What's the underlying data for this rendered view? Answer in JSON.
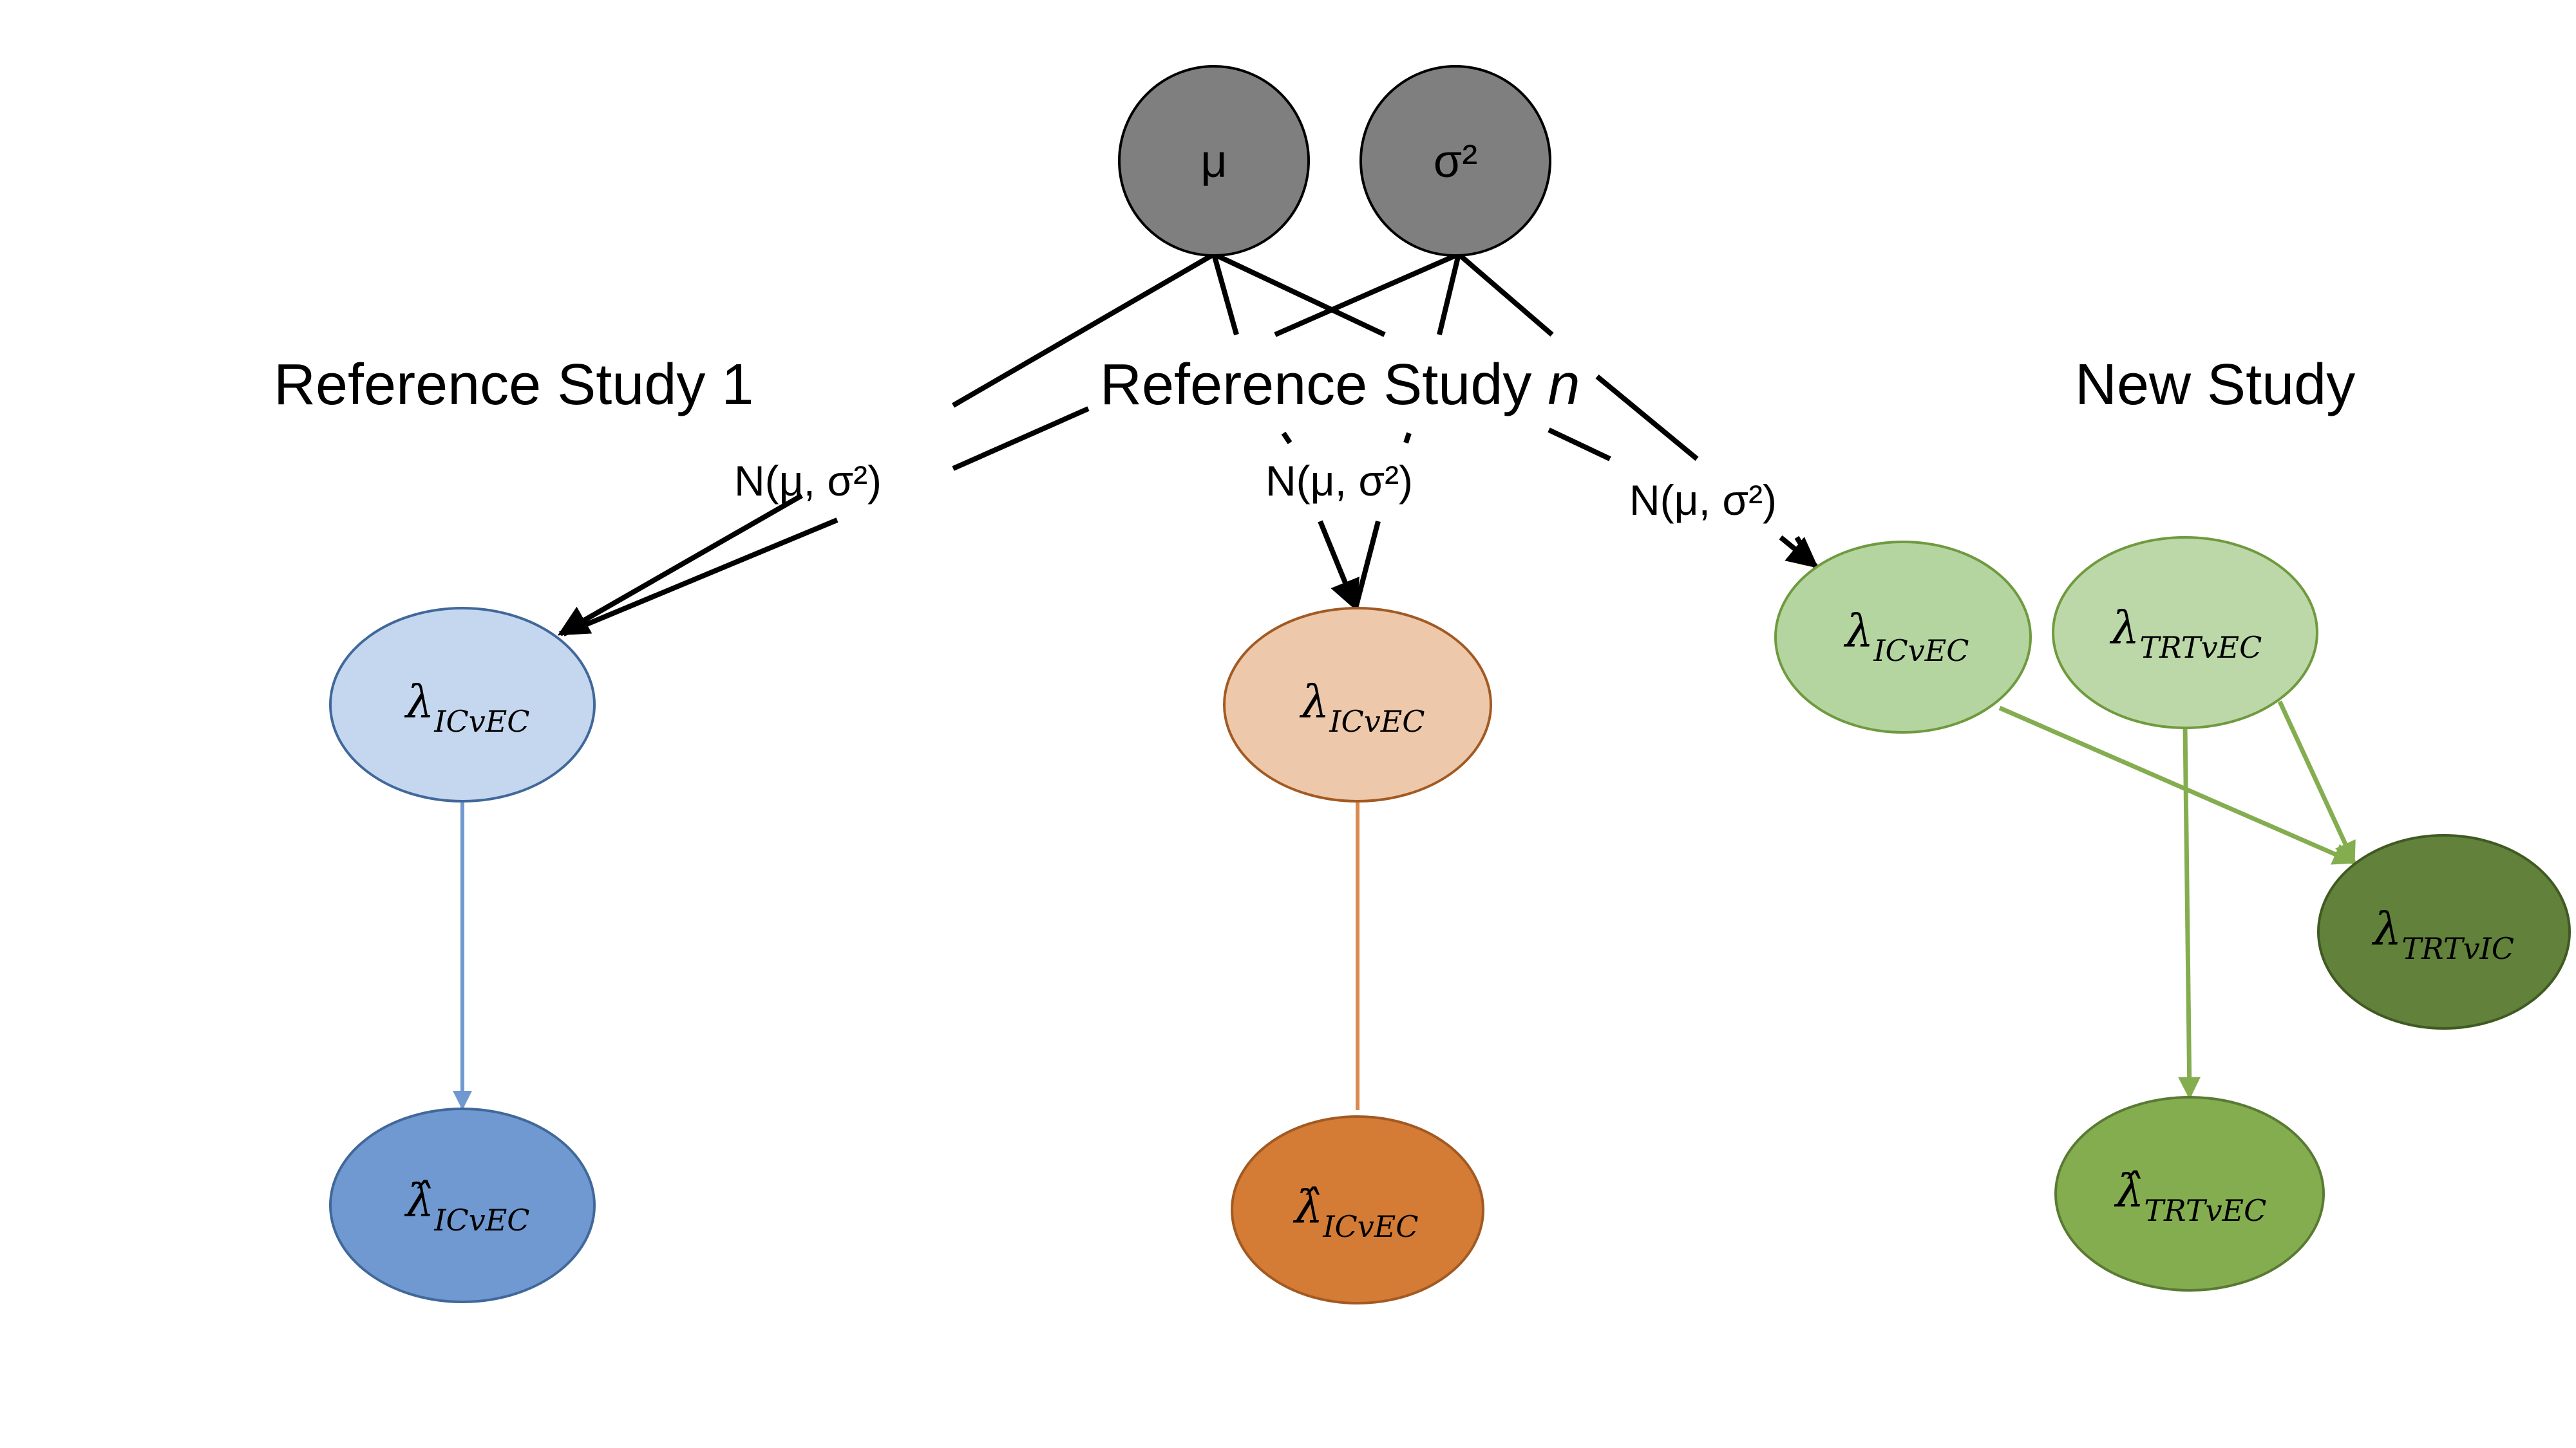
{
  "hyperparameters": {
    "mu": "μ",
    "sigma2": "σ²"
  },
  "sections": {
    "ref1": "Reference Study 1",
    "refn_prefix": "Reference Study ",
    "refn_suffix": "n",
    "new": "New Study"
  },
  "distribution_label": "N(μ, σ²)",
  "nodes": {
    "ref1_lambda": {
      "symbol": "λ",
      "subscript": "ICvEC"
    },
    "ref1_lambda_hat": {
      "symbol": "λ̂",
      "subscript": "ICvEC"
    },
    "refn_lambda": {
      "symbol": "λ",
      "subscript": "ICvEC"
    },
    "refn_lambda_hat": {
      "symbol": "λ̂",
      "subscript": "ICvEC"
    },
    "new_lambda_icvec": {
      "symbol": "λ",
      "subscript": "ICvEC"
    },
    "new_lambda_trtvec": {
      "symbol": "λ",
      "subscript": "TRTvEC"
    },
    "new_lambda_trtvic": {
      "symbol": "λ",
      "subscript": "TRTvIC"
    },
    "new_lambda_hat": {
      "symbol": "λ̂",
      "subscript": "TRTvEC"
    }
  },
  "colors": {
    "hyper_fill": "#7f7f7f",
    "blue_light": "#c5d7ee",
    "blue_dark": "#6f99d0",
    "blue_edge": "#6f99d0",
    "orange_light": "#edc8aa",
    "orange_dark": "#d47b36",
    "orange_edge": "#d98a4c",
    "green_light": "#b5d5a0",
    "green_dark": "#84ad50",
    "green_darkest": "#62813a",
    "green_edge": "#84ad50"
  }
}
